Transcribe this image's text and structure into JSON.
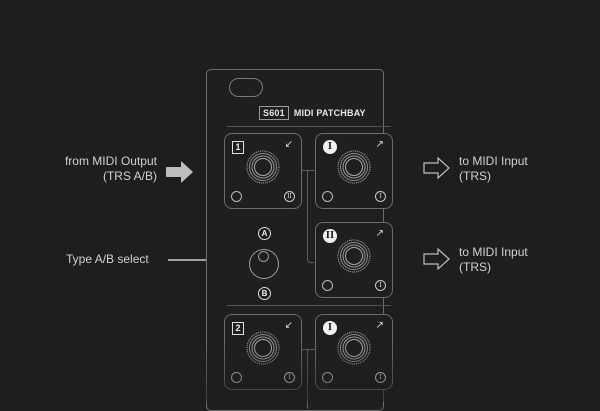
{
  "panel": {
    "model": "S601",
    "title": "MIDI PATCHBAY"
  },
  "sections": [
    {
      "input": {
        "number": "1",
        "direction_icon": "arrow-down-left"
      },
      "outputs": [
        {
          "roman": "I",
          "direction_icon": "arrow-up-right",
          "pin_right": "I"
        },
        {
          "roman": "II",
          "direction_icon": "arrow-up-right",
          "pin_right": "I"
        }
      ],
      "input_pin_right": "II"
    },
    {
      "input": {
        "number": "2",
        "direction_icon": "arrow-down-left"
      },
      "outputs": [
        {
          "roman": "I",
          "direction_icon": "arrow-up-right",
          "pin_right": "I"
        }
      ],
      "input_pin_right": "I"
    }
  ],
  "selector": {
    "top_label": "A",
    "bottom_label": "B"
  },
  "annotations": {
    "input_label_line1": "from MIDI Output",
    "input_label_line2": "(TRS A/B)",
    "output1_label_line1": "to MIDI Input",
    "output1_label_line2": "(TRS)",
    "output2_label_line1": "to MIDI Input",
    "output2_label_line2": "(TRS)",
    "selector_label": "Type A/B select"
  },
  "glyphs": {
    "arrow_dl": "↙",
    "arrow_ur": "↗"
  },
  "colors": {
    "background": "#1e1e1e",
    "line": "#6b6b6b",
    "text": "#d0d0d0",
    "arrow_fill": "#bdbdbd"
  }
}
